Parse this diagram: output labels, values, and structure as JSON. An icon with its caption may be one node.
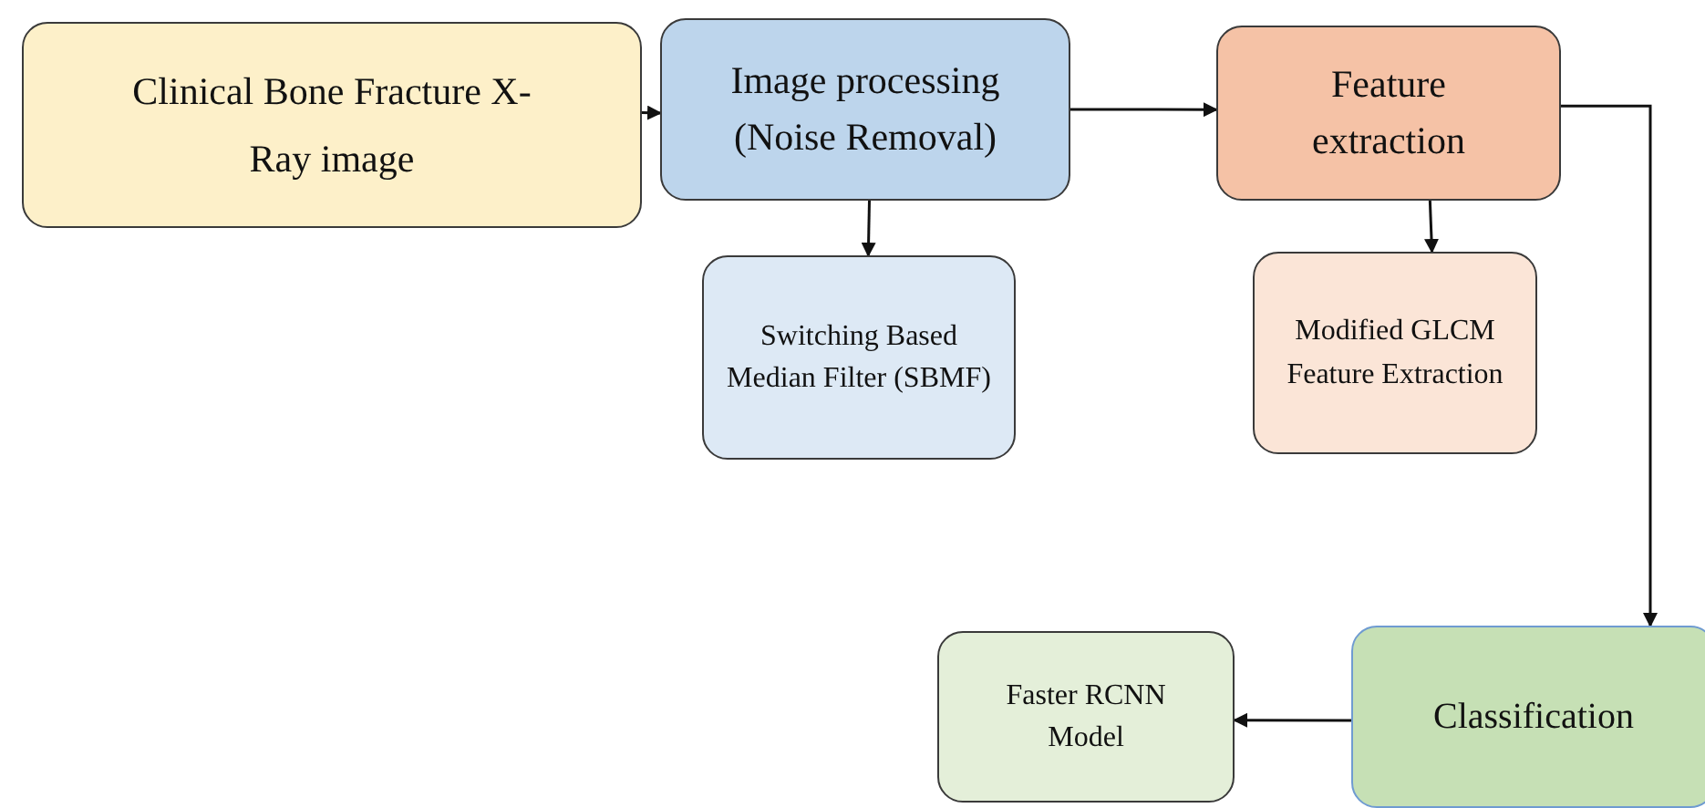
{
  "diagram": {
    "nodes": [
      {
        "text": [
          "Clinical Bone Fracture X-Ray image"
        ]
      },
      {
        "text": [
          "Image processing (Noise Removal)"
        ]
      },
      {
        "text": [
          "Feature extraction"
        ]
      },
      {
        "text": [
          "Switching Based Median Filter (SBMF)"
        ]
      },
      {
        "text": [
          "Modified GLCM Feature Extraction"
        ]
      },
      {
        "text": [
          "Classification"
        ]
      },
      {
        "text": [
          "Faster RCNN Model"
        ]
      }
    ],
    "edges": [
      {
        "from": 0,
        "to": 1,
        "arrow": "to"
      },
      {
        "from": 1,
        "to": 3,
        "arrow": "to"
      },
      {
        "from": 1,
        "to": 2,
        "arrow": "to"
      },
      {
        "from": 2,
        "to": 4,
        "arrow": "to"
      },
      {
        "from": 2,
        "to": 5,
        "arrow": "to"
      },
      {
        "from": 5,
        "to": 6,
        "arrow": "to"
      }
    ]
  }
}
